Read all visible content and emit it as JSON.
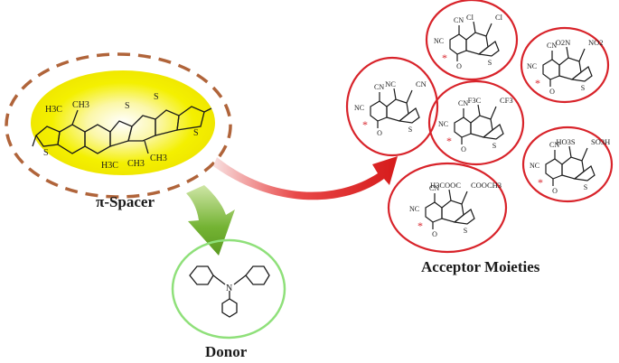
{
  "labels": {
    "spacer": "π-Spacer",
    "acceptor": "Acceptor Moieties",
    "donor": "Donor"
  },
  "spacer_molecule": {
    "groups": [
      "H3C",
      "CH3",
      "H3C",
      "CH3",
      "CH3"
    ],
    "atoms": [
      "S",
      "S",
      "S",
      "S"
    ]
  },
  "donor_molecule": {
    "atoms": [
      "N"
    ]
  },
  "acceptors": [
    {
      "substituents": [
        "Cl",
        "Cl"
      ],
      "core": [
        "CN",
        "NC",
        "S",
        "O"
      ]
    },
    {
      "substituents": [
        "O2N",
        "NO2"
      ],
      "core": [
        "CN",
        "NC",
        "S",
        "O"
      ]
    },
    {
      "substituents": [
        "NC",
        "CN"
      ],
      "core": [
        "CN",
        "NC",
        "S",
        "O"
      ]
    },
    {
      "substituents": [
        "F3C",
        "CF3"
      ],
      "core": [
        "CN",
        "NC",
        "S",
        "O"
      ]
    },
    {
      "substituents": [
        "HO3S",
        "SO3H"
      ],
      "core": [
        "CN",
        "NC",
        "S",
        "O"
      ]
    },
    {
      "substituents": [
        "H3COOC",
        "COOCH3"
      ],
      "core": [
        "CN",
        "NC",
        "S",
        "O"
      ]
    }
  ],
  "colors": {
    "spacer_fill": "#f4f000",
    "spacer_ring": "#b0643a",
    "donor_ring": "#8fe07a",
    "donor_arrow": "#6aab2c",
    "acceptor_ring": "#d8232a",
    "acceptor_arrow": "#d61b1b",
    "attachment_star": "#d8232a"
  }
}
